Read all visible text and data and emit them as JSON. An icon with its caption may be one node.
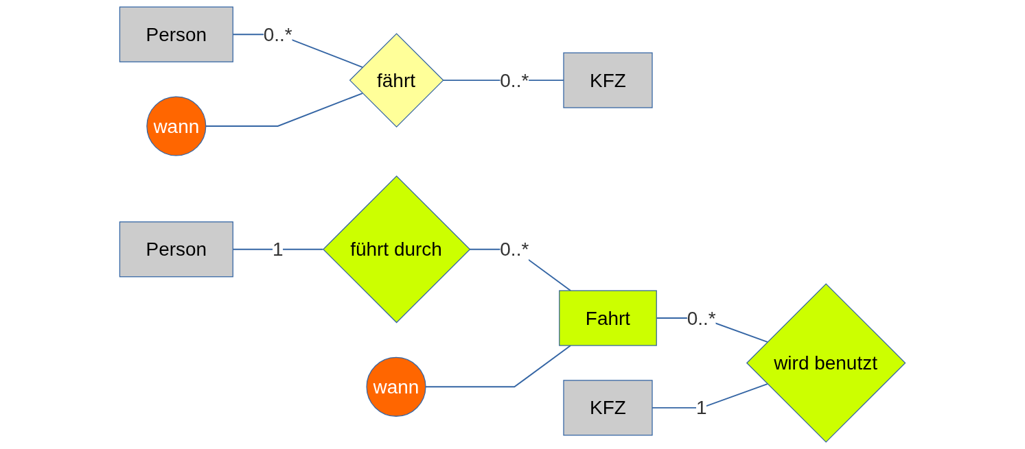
{
  "diagram": {
    "nodes": [
      {
        "text": [
          "Person"
        ]
      },
      {
        "text": [
          "fährt"
        ]
      },
      {
        "text": [
          "KFZ"
        ]
      },
      {
        "text": [
          "wann"
        ]
      },
      {
        "text": [
          "Person"
        ]
      },
      {
        "text": [
          "KFZ"
        ]
      },
      {
        "text": [
          "wann"
        ]
      },
      {
        "text": [
          "führt durch"
        ]
      },
      {
        "text": [
          "Fahrt"
        ]
      },
      {
        "text": [
          "wird benutzt"
        ]
      }
    ],
    "edges": [
      {
        "from": 0,
        "to": 1,
        "arrow": "none",
        "label": "0..*"
      },
      {
        "from": 1,
        "to": 2,
        "arrow": "none",
        "label": "0..*"
      },
      {
        "from": 3,
        "to": 1,
        "arrow": "none"
      },
      {
        "from": 4,
        "to": 7,
        "arrow": "none",
        "label": "1"
      },
      {
        "from": 7,
        "to": 8,
        "arrow": "none",
        "label": "0..*"
      },
      {
        "from": 6,
        "to": 8,
        "arrow": "none"
      },
      {
        "from": 8,
        "to": 9,
        "arrow": "none",
        "label": "0..*"
      },
      {
        "from": 5,
        "to": 9,
        "arrow": "none",
        "label": "1"
      }
    ]
  }
}
